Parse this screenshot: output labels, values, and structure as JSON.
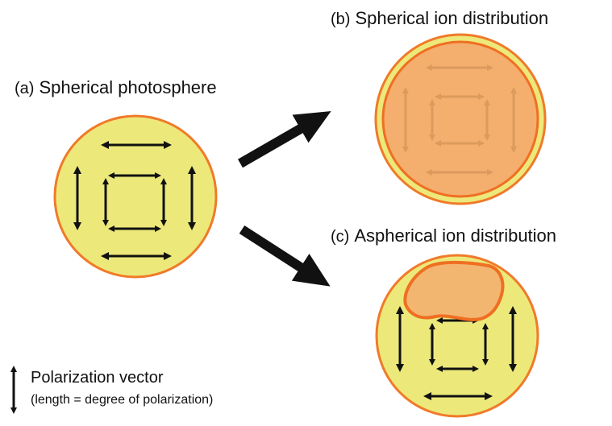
{
  "panels": {
    "a": {
      "tag": "(a)",
      "title": "Spherical photosphere"
    },
    "b": {
      "tag": "(b)",
      "title": "Spherical ion distribution"
    },
    "c": {
      "tag": "(c)",
      "title": "Aspherical ion distribution"
    }
  },
  "legend": {
    "line1": "Polarization vector",
    "line2": "(length = degree of polarization)"
  },
  "colors": {
    "photosphere_fill": "#ece97a",
    "photosphere_edge": "#f07a2a",
    "ion_fill": "#f4ae6e",
    "ion_edge": "#ef6f23",
    "arrow": "#111111"
  }
}
